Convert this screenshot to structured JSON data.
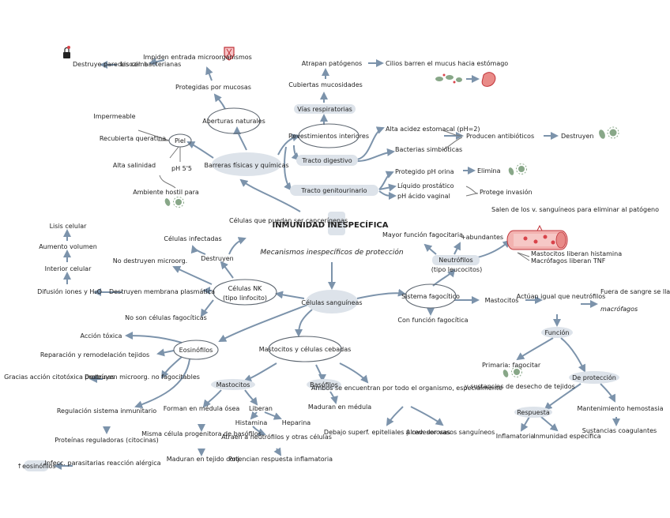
{
  "title": "INMUNIDAD INESPECÍFICA",
  "subtitle": "Mecanismos inespecíficos de protección",
  "barrier": {
    "main": "Barreras físicas y químicas",
    "aperturas": "Aberturas naturales",
    "proteccion_mucosas": "Protegidas por mucosas",
    "impiden": "Impiden entrada microorganismos",
    "lisozima": "Lisozima",
    "destruye": "Destruye paredes cel. bacterianas",
    "piel": "Piel",
    "impermeable": "Impermeable",
    "recubierta": "Recubierta queratina",
    "alta_salinidad": "Alta salinidad",
    "ph": "pH 5'5",
    "ambiente": "Ambiente hostil para"
  },
  "revestimientos": {
    "main": "Revestimientos interiores",
    "vias": "Vías respiratorias",
    "cubiertas": "Cubiertas mucosidades",
    "atrapan": "Atrapan patógenos",
    "cilios": "Cilios barren el mucus hacia estómago",
    "digestivo": "Tracto digestivo",
    "acidez": "Alta acidez estomacal (pH=2)",
    "bacterias": "Bacterias simbióticas",
    "antibioticos": "Producen antibióticos",
    "destruyen": "Destruyen",
    "genitourinario": "Tracto genitourinario",
    "orina": "Protegido pH orina",
    "elimina": "Elimina",
    "liquido": "Líquido prostático",
    "vaginal": "pH ácido vaginal",
    "protege": "Protege invasión"
  },
  "nk": {
    "main": "Células NK",
    "sub": "(tipo linfocito)",
    "destruyen": "Destruyen",
    "infectadas": "Células infectadas",
    "cancerigenas": "Células que puedan ser cancerígenas",
    "no_microorg": "No destruyen microorg.",
    "membrana": "Destruyen membrana plasmática",
    "no_fagociticas": "No son células fagocíticas",
    "lisis": "Lisis celular",
    "volumen": "Aumento volumen",
    "interior": "Interior celular",
    "difusion": "Difusión iones y H₂O"
  },
  "sanguineas": {
    "main": "Células sanguíneas",
    "fagocitico": "Sistema fagocítico",
    "con_funcion": "Con función fagocítica",
    "neutrofilos": "Neutrófilos",
    "neut_sub": "(tipo leucocitos)",
    "mayor": "Mayor función fagocitaria",
    "abundantes": "+abundantes",
    "salen": "Salen de los v. sanguíneos para eliminar al patógeno",
    "mastocitos_liberan": "Mastocitos liberan histamina",
    "macrofagos_liberan": "Macrófagos liberan TNF",
    "mastocitos": "Mastocitos",
    "actuan": "Actúan igual que neutrófilos",
    "fuera": "Fuera de sangre se llaman",
    "macrofagos": "macrófagos",
    "funcion": "Función",
    "primaria": "Primaria: fagocitar",
    "desecho": "y sustancias de desecho de tejidos",
    "proteccion": "De protección",
    "respuesta": "Respuesta",
    "inflamatoria": "Inflamatoria",
    "especifica": "Inmunidad específica",
    "mantenimiento": "Mantenimiento hemostasia",
    "sustancias": "Sustancias coagulantes"
  },
  "eosinofilos": {
    "main": "Eosinófilos",
    "accion": "Acción tóxica",
    "reparacion": "Reparación y remodelación tejidos",
    "gracias": "Gracias acción citotóxica proteínas",
    "destruyen": "Destruyen microorg. no fagocitables",
    "regulacion": "Regulación sistema inmunitario",
    "proteinas": "Proteínas reguladoras (citocinas)",
    "eosin": "↑eosinófilos",
    "infecc": "Infecc. parasitarias reacción alérgica"
  },
  "cebadas": {
    "main": "Mastocitos y células cebadas",
    "mastocitos": "Mastocitos",
    "forman": "Forman en médula ósea",
    "misma": "Misma célula progenitora de basófilos",
    "maduran_tejido": "Maduran en tejido conj.",
    "liberan": "Liberan",
    "histamina": "Histamina",
    "heparina": "Heparina",
    "atraen": "Atraen a neutrófilos y otras células",
    "potencian": "Potencian respuesta inflamatoria",
    "basofilos": "Basófilos",
    "maduran_medula": "Maduran en médula",
    "ambos": "Ambos se encuentran por todo el organismo, especialmente",
    "debajo": "Debajo superf. epiteliales y cav. serosas",
    "alrededor": "Alrededor vasos sanguíneos"
  },
  "colors": {
    "arrow": "#7c93ab",
    "highlight": "#dde3ea",
    "ink": "#222222",
    "red": "#d9434a",
    "green": "#88a788"
  }
}
